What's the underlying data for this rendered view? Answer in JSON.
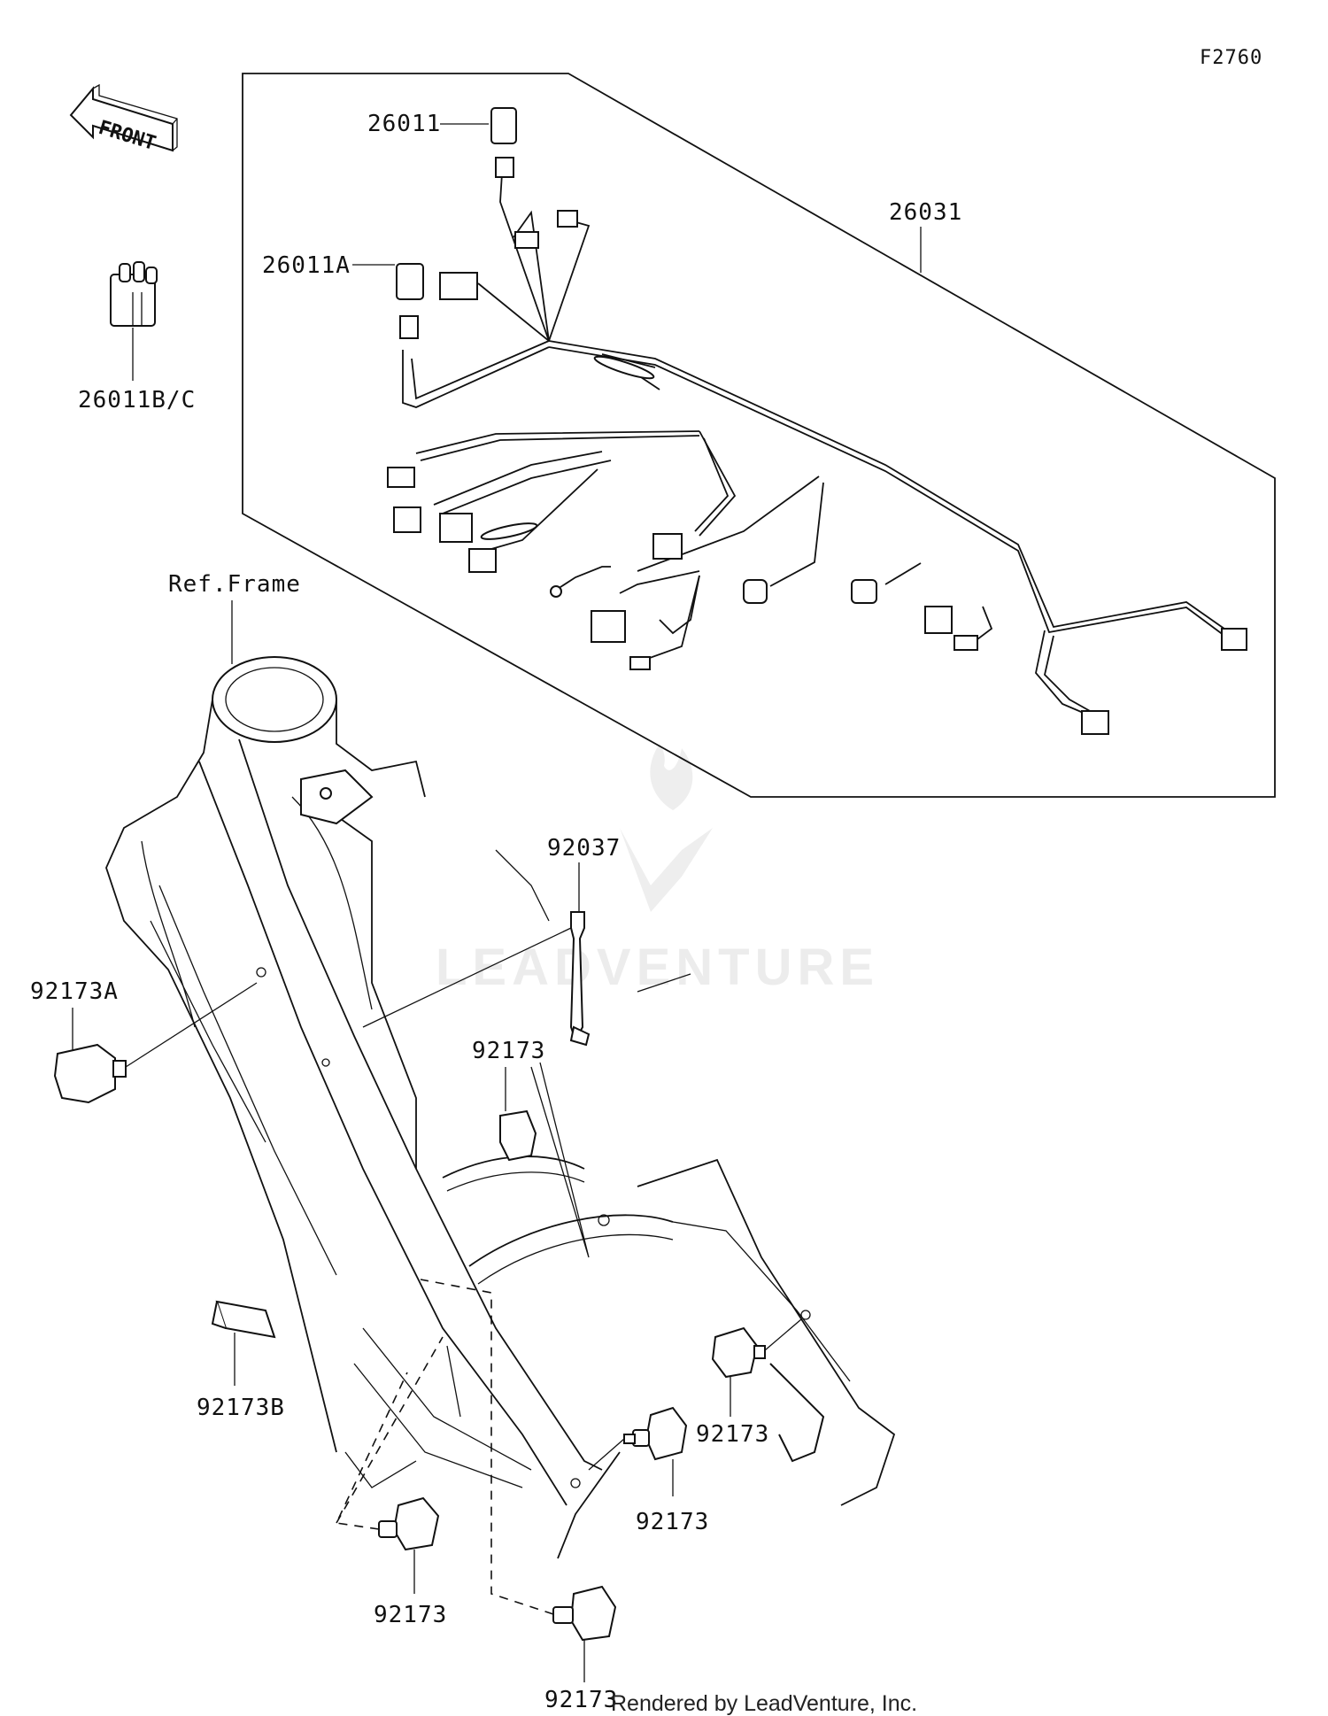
{
  "diagram_code": "F2760",
  "front_label": "FRONT",
  "labels": {
    "harness": "26031",
    "conn_a": "26011",
    "conn_b": "26011A",
    "conn_c": "26011B/C",
    "ref_frame": "Ref.Frame",
    "band": "92037",
    "clamp_a": "92173A",
    "clamp_b": "92173B",
    "clamp_1": "92173",
    "clamp_2": "92173",
    "clamp_3": "92173",
    "clamp_4": "92173",
    "clamp_5": "92173"
  },
  "watermark": "LEADVENTURE",
  "footer": "Rendered by LeadVenture, Inc."
}
